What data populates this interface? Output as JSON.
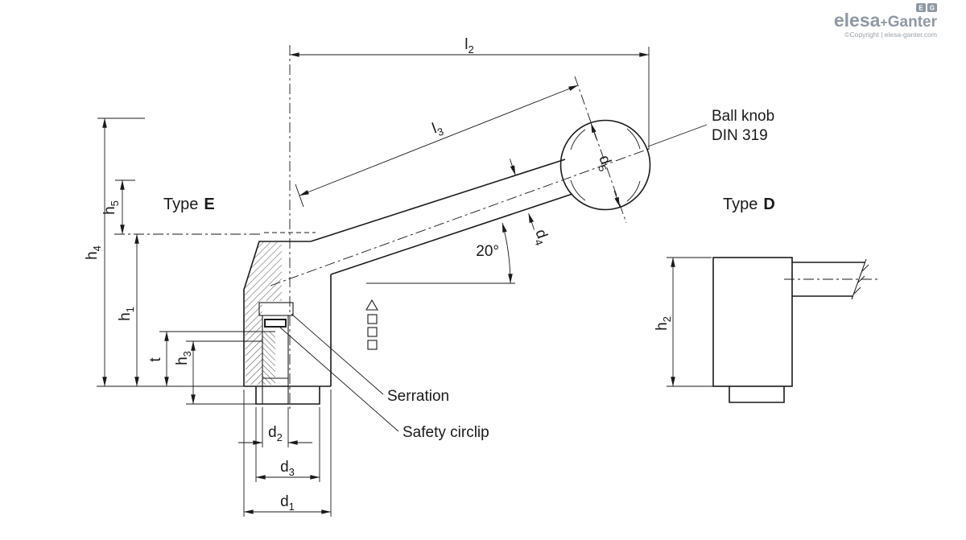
{
  "brand": {
    "logo_part1": "elesa",
    "logo_plus": "+",
    "logo_part2": "Ganter",
    "badge_e": "E",
    "badge_g": "G",
    "copyright": "©Copyright | elesa-ganter.com"
  },
  "views": {
    "type_e_prefix": "Type",
    "type_e_letter": "E",
    "type_d_prefix": "Type",
    "type_d_letter": "D"
  },
  "annotations": {
    "ball_knob_line1": "Ball knob",
    "ball_knob_line2": "DIN 319",
    "serration": "Serration",
    "safety_circlip": "Safety circlip",
    "angle": "20°"
  },
  "dims": {
    "l2": {
      "base": "l",
      "sub": "2"
    },
    "l3": {
      "base": "l",
      "sub": "3"
    },
    "d1": {
      "base": "d",
      "sub": "1"
    },
    "d2": {
      "base": "d",
      "sub": "2"
    },
    "d3": {
      "base": "d",
      "sub": "3"
    },
    "d4": {
      "base": "d",
      "sub": "4"
    },
    "d5": {
      "base": "d",
      "sub": "5"
    },
    "h1": {
      "base": "h",
      "sub": "1"
    },
    "h2": {
      "base": "h",
      "sub": "2"
    },
    "h3": {
      "base": "h",
      "sub": "3"
    },
    "h4": {
      "base": "h",
      "sub": "4"
    },
    "h5": {
      "base": "h",
      "sub": "5"
    },
    "t": {
      "base": "t",
      "sub": ""
    }
  },
  "note_marker": {
    "icons": [
      "triangle-icon",
      "square-icon",
      "square-icon",
      "square-icon"
    ]
  },
  "colors": {
    "line": "#1a1a1a",
    "brand_gray": "#8f99a3"
  }
}
